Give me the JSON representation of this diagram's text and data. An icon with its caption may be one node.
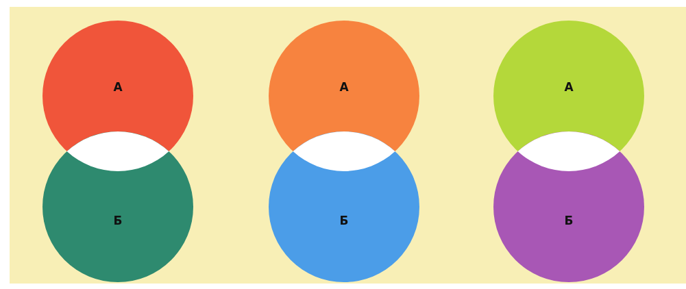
{
  "diagram": {
    "nodes": [
      {
        "text": [
          "А"
        ]
      },
      {
        "text": [
          "А"
        ]
      },
      {
        "text": [
          "А"
        ]
      },
      {
        "text": [],
        "shape": "lens"
      },
      {
        "text": [],
        "shape": "lens"
      },
      {
        "text": [],
        "shape": "lens"
      },
      {
        "text": [
          "Б"
        ]
      },
      {
        "text": [
          "Б"
        ]
      },
      {
        "text": [
          "Б"
        ]
      }
    ]
  }
}
